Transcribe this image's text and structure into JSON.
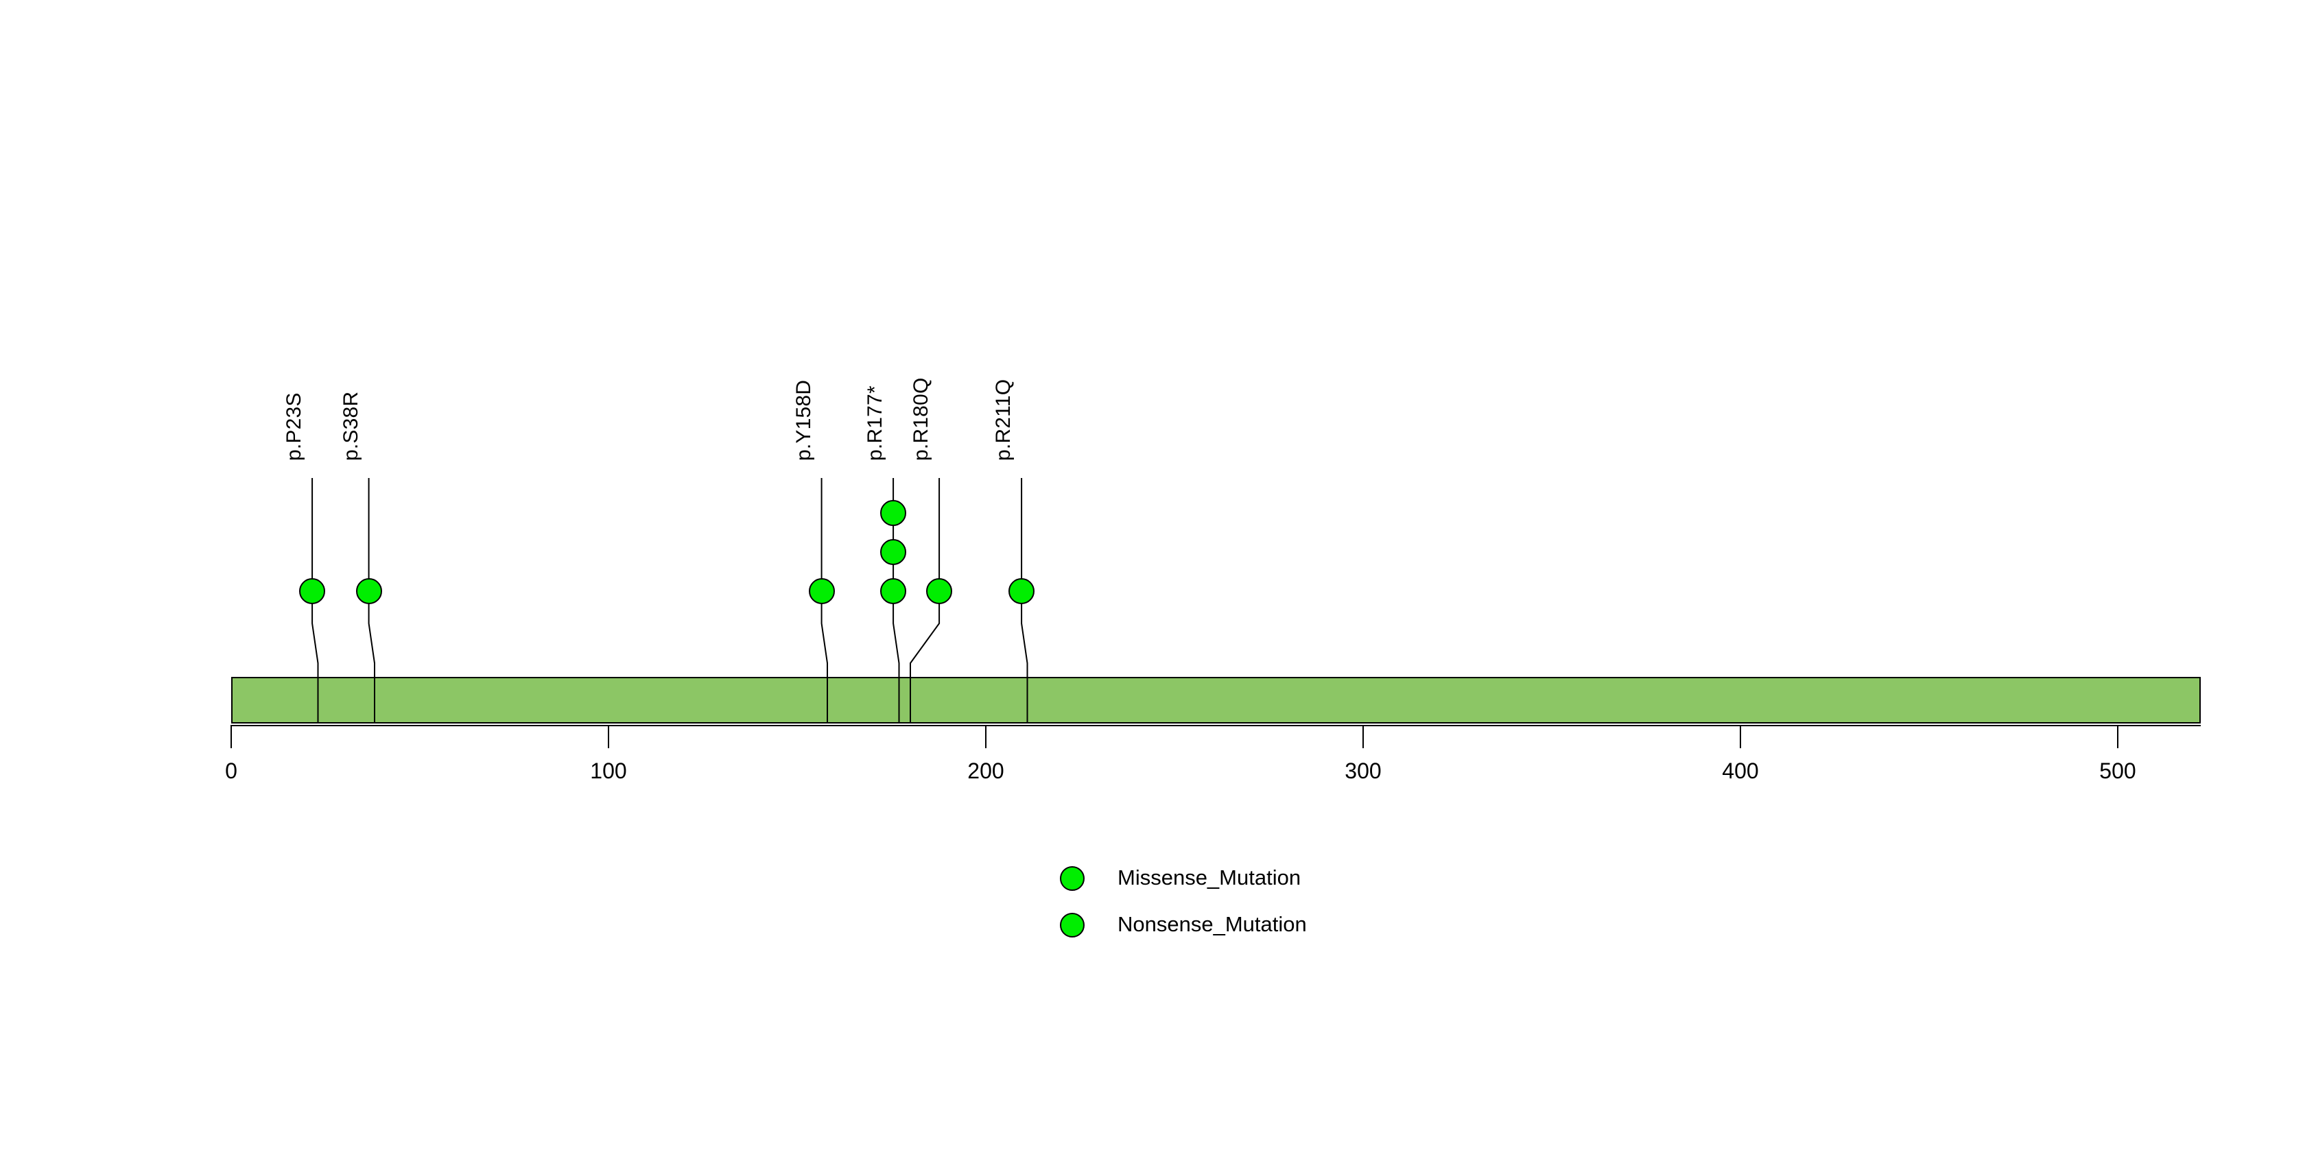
{
  "chart_data": {
    "type": "lollipop",
    "title": "",
    "xlabel": "",
    "ylabel": "",
    "xlim": [
      0,
      522
    ],
    "axis_ticks": [
      {
        "value": 0,
        "label": "0"
      },
      {
        "value": 100,
        "label": "100"
      },
      {
        "value": 200,
        "label": "200"
      },
      {
        "value": 300,
        "label": "300"
      },
      {
        "value": 400,
        "label": "400"
      },
      {
        "value": 500,
        "label": "500"
      }
    ],
    "protein": {
      "length": 522,
      "start": 0,
      "end": 522,
      "color": "#8CC665",
      "border_color": "#000000"
    },
    "mutations": [
      {
        "label": "p.P23S",
        "position": 23,
        "count": 1,
        "type": "Missense_Mutation",
        "color": "#00EE00"
      },
      {
        "label": "p.S38R",
        "position": 38,
        "count": 1,
        "type": "Missense_Mutation",
        "color": "#00EE00"
      },
      {
        "label": "p.Y158D",
        "position": 158,
        "count": 1,
        "type": "Missense_Mutation",
        "color": "#00EE00"
      },
      {
        "label": "p.R177*",
        "position": 177,
        "count": 3,
        "type": "Nonsense_Mutation",
        "color": "#00EE00"
      },
      {
        "label": "p.R180Q",
        "position": 180,
        "count": 1,
        "type": "Missense_Mutation",
        "color": "#00EE00"
      },
      {
        "label": "p.R211Q",
        "position": 211,
        "count": 1,
        "type": "Missense_Mutation",
        "color": "#00EE00"
      }
    ],
    "legend": {
      "position": "bottom-center",
      "entries": [
        {
          "label": "Missense_Mutation",
          "color": "#00EE00"
        },
        {
          "label": "Nonsense_Mutation",
          "color": "#00EE00"
        }
      ]
    },
    "grid": false
  }
}
